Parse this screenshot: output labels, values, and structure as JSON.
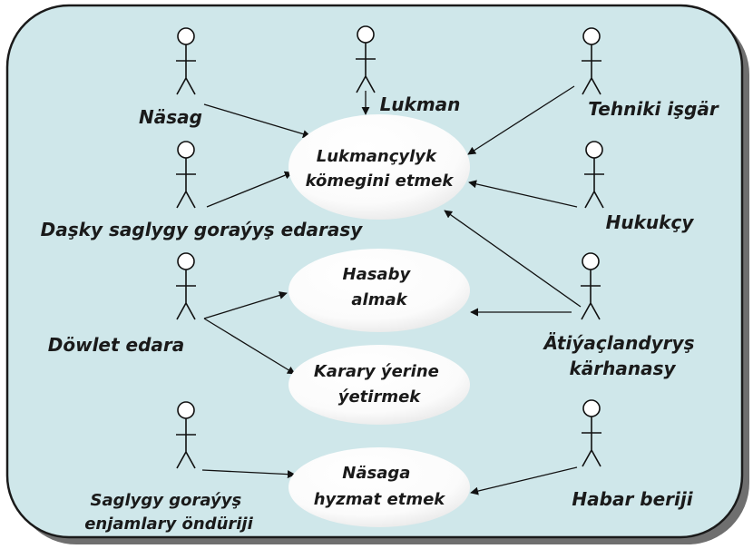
{
  "colors": {
    "panel_fill": "#cfe7ea",
    "panel_border": "#1a1a1a",
    "shadow": "#6f6f6f",
    "usecase_fill": "#ffffff",
    "line": "#111111",
    "text": "#1a1a1a"
  },
  "actors": {
    "nasag": "Näsag",
    "lukman": "Lukman",
    "tehniki": "Tehniki işgär",
    "dasky": "Daşky saglygy goraýyş edarasy",
    "hukukcy": "Hukukçy",
    "dowlet": "Döwlet edara",
    "atiyac": [
      "Ätiýaçlandyryş",
      "kärhanasy"
    ],
    "saglygy": [
      "Saglygy goraýyş",
      "enjamlary öndüriji"
    ],
    "habar": "Habar beriji"
  },
  "use_cases": {
    "lukmancylyk": [
      "Lukmançylyk",
      "kömegini etmek"
    ],
    "hasaby": [
      "Hasaby",
      "almak"
    ],
    "karary": [
      "Karary ýerine",
      "ýetirmek"
    ],
    "nasaga": [
      "Näsaga",
      "hyzmat etmek"
    ]
  },
  "associations": [
    [
      "nasag",
      "lukmancylyk"
    ],
    [
      "lukman",
      "lukmancylyk"
    ],
    [
      "tehniki",
      "lukmancylyk"
    ],
    [
      "dasky",
      "lukmancylyk"
    ],
    [
      "hukukcy",
      "lukmancylyk"
    ],
    [
      "atiyac",
      "lukmancylyk"
    ],
    [
      "atiyac",
      "hasaby"
    ],
    [
      "dowlet",
      "hasaby"
    ],
    [
      "dowlet",
      "karary"
    ],
    [
      "saglygy",
      "nasaga"
    ],
    [
      "habar",
      "nasaga"
    ]
  ]
}
